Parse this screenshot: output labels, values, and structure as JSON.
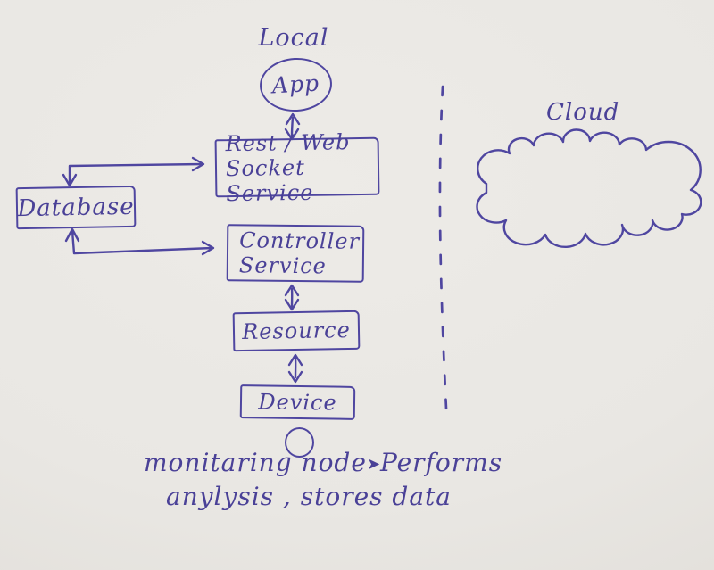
{
  "diagram": {
    "colors": {
      "ink": "#4f46a0",
      "paper": "#e9e7e3"
    },
    "sections": {
      "local_label": "Local",
      "cloud_label": "Cloud"
    },
    "nodes": {
      "app": "App",
      "rest_line1": "Rest / Web",
      "rest_line2": "Socket Service",
      "database": "Database",
      "controller_line1": "Controller",
      "controller_line2": "Service",
      "resource": "Resource",
      "device": "Device"
    },
    "note": {
      "line1_left": "monitaring node",
      "arrow_glyph": "➤",
      "line1_right": "Performs",
      "line2": "anylysis , stores data"
    }
  }
}
